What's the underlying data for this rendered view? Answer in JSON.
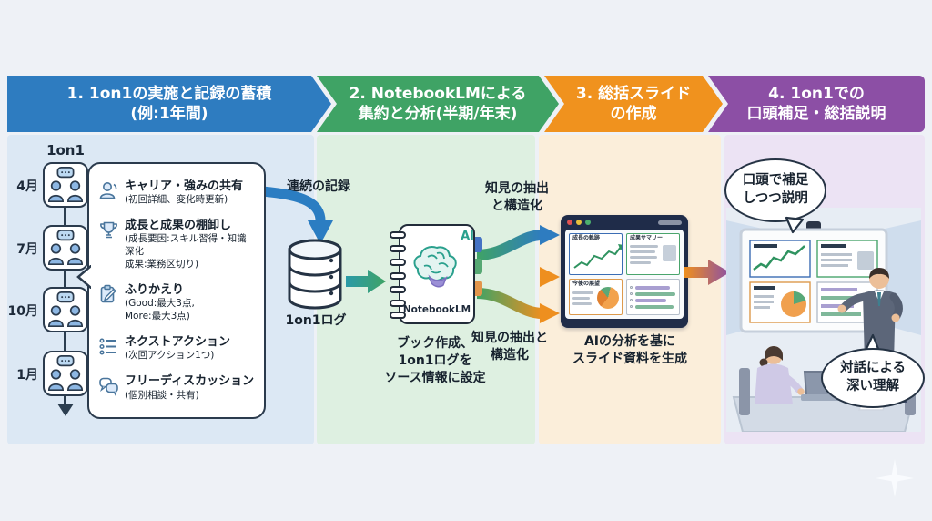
{
  "steps": [
    {
      "line1": "1. 1on1の実施と記録の蓄積",
      "line2": "(例:1年間)"
    },
    {
      "line1": "2. NotebookLMによる",
      "line2": "集約と分析(半期/年末)"
    },
    {
      "line1": "3. 総括スライド",
      "line2": "の作成"
    },
    {
      "line1": "4. 1on1での",
      "line2": "口頭補足・総括説明"
    }
  ],
  "col1": {
    "timeline_title": "1on1",
    "months": [
      "4月",
      "7月",
      "10月",
      "1月"
    ],
    "agenda": [
      {
        "icon": "person-icon",
        "title": "キャリア・強みの共有",
        "sub": "(初回詳細、変化時更新)"
      },
      {
        "icon": "trophy-icon",
        "title": "成長と成果の棚卸し",
        "sub": "(成長要因:スキル習得・知識深化\n成果:業務区切り)"
      },
      {
        "icon": "clipboard-icon",
        "title": "ふりかえり",
        "sub": "(Good:最大3点,\nMore:最大3点)"
      },
      {
        "icon": "list-icon",
        "title": "ネクストアクション",
        "sub": "(次回アクション1つ)"
      },
      {
        "icon": "chat-icon",
        "title": "フリーディスカッション",
        "sub": "(個別相談・共有)"
      }
    ]
  },
  "flow": {
    "record_label": "連続の記録",
    "log_label": "1on1ログ",
    "extract_top": "知見の抽出\nと構造化",
    "extract_bottom": "知見の抽出と\n構造化"
  },
  "col2": {
    "ai_badge": "AI",
    "book_label": "NotebookLM",
    "caption": "ブック作成、\n1on1ログを\nソース情報に設定"
  },
  "col3": {
    "slide": {
      "panel1_title": "成長の軌跡",
      "panel2_title": "成果サマリー",
      "panel3_title": "今後の展望"
    },
    "caption": "AIの分析を基に\nスライド資料を生成"
  },
  "col4": {
    "bubble_top": "口頭で補足\nしつつ説明",
    "bubble_bottom": "対話による\n深い理解"
  },
  "colors": {
    "step1_blue": "#2e7cc0",
    "step2_green": "#3fa365",
    "step3_orange": "#f0921e",
    "step4_purple": "#8c4fa5",
    "panel1_bg": "#dce8f4",
    "panel2_bg": "#def0e1",
    "panel3_bg": "#fbeeda",
    "panel4_bg": "#ece3f4",
    "ink": "#2b3b4d"
  }
}
